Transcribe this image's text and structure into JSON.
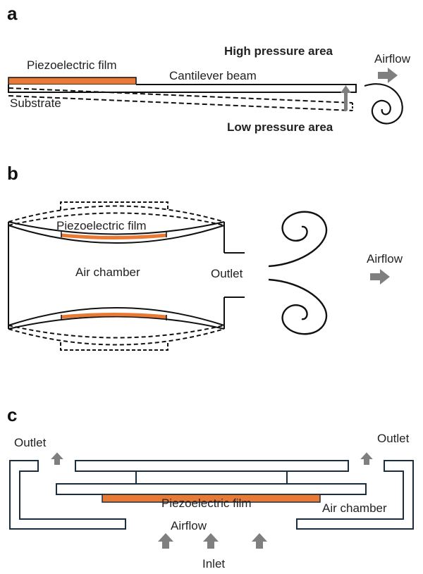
{
  "colors": {
    "piezo": "#e97a35",
    "arrow": "#7f7f7f",
    "outline": "#111111",
    "outline_c": "#1c2e3d"
  },
  "panel_a": {
    "label": "a",
    "piezo_film": "Piezoelectric film",
    "cantilever": "Cantilever beam",
    "substrate": "Substrate",
    "high_pressure": "High pressure area",
    "low_pressure": "Low pressure area",
    "airflow": "Airflow"
  },
  "panel_b": {
    "label": "b",
    "piezo_film": "Piezoelectric film",
    "air_chamber": "Air chamber",
    "outlet": "Outlet",
    "airflow": "Airflow"
  },
  "panel_c": {
    "label": "c",
    "outlet_left": "Outlet",
    "outlet_right": "Outlet",
    "piezo_film": "Piezoelectric film",
    "air_chamber": "Air chamber",
    "airflow": "Airflow",
    "inlet": "Inlet"
  }
}
